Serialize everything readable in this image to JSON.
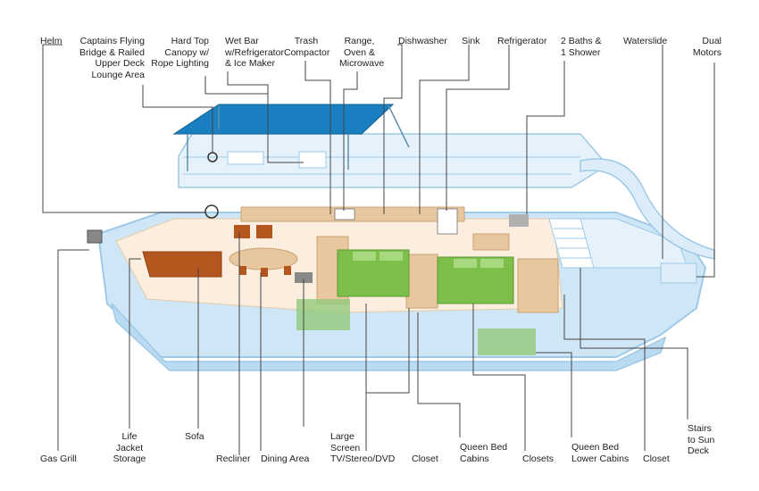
{
  "colors": {
    "hull": "#cfe6f6",
    "hull_edge": "#9ec9e8",
    "deck": "#e6f2fb",
    "floor": "#fbeede",
    "canopy": "#1a7fc0",
    "wood": "#e8c79e",
    "bed": "#7cc04b",
    "sofa": "#b5561f",
    "leader": "#444444"
  },
  "labels": {
    "top": [
      {
        "id": "helm",
        "text": "Helm"
      },
      {
        "id": "captains",
        "text": "Captains Flying\nBridge & Railed\nUpper Deck\nLounge Area"
      },
      {
        "id": "hardtop",
        "text": "Hard Top\nCanopy w/\nRope Lighting"
      },
      {
        "id": "wetbar",
        "text": "Wet Bar\nw/Refrigerator\n& Ice Maker"
      },
      {
        "id": "trash",
        "text": "Trash\nCompactor"
      },
      {
        "id": "range",
        "text": "Range,\nOven &\nMicrowave"
      },
      {
        "id": "dishwasher",
        "text": "Dishwasher"
      },
      {
        "id": "sink",
        "text": "Sink"
      },
      {
        "id": "refrigerator",
        "text": "Refrigerator"
      },
      {
        "id": "baths",
        "text": "2 Baths &\n1 Shower"
      },
      {
        "id": "waterslide",
        "text": "Waterslide"
      },
      {
        "id": "motors",
        "text": "Dual\nMotors"
      }
    ],
    "bottom": [
      {
        "id": "grill",
        "text": "Gas Grill"
      },
      {
        "id": "lifejacket",
        "text": "Life\nJacket\nStorage"
      },
      {
        "id": "sofa",
        "text": "Sofa"
      },
      {
        "id": "recliner",
        "text": "Recliner"
      },
      {
        "id": "dining",
        "text": "Dining Area"
      },
      {
        "id": "tv",
        "text": "Large\nScreen\nTV/Stereo/DVD"
      },
      {
        "id": "closet1",
        "text": "Closet"
      },
      {
        "id": "queenbed",
        "text": "Queen Bed\nCabins"
      },
      {
        "id": "closets",
        "text": "Closets"
      },
      {
        "id": "queenlower",
        "text": "Queen Bed\nLower Cabins"
      },
      {
        "id": "closet2",
        "text": "Closet"
      },
      {
        "id": "stairs",
        "text": "Stairs\nto Sun\nDeck"
      }
    ]
  }
}
